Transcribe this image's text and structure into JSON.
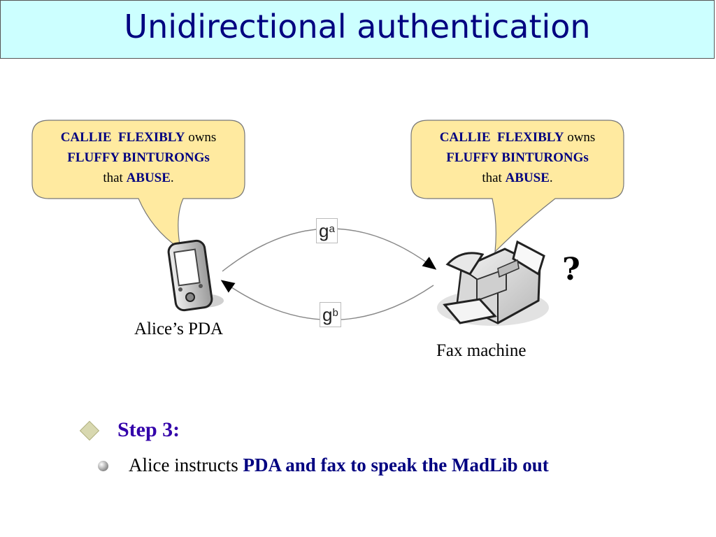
{
  "title": "Unidirectional authentication",
  "bubble_left": {
    "word1": "CALLIE",
    "word2": "FLEXIBLY",
    "word3": "owns",
    "word4": "FLUFFY BINTURONGs",
    "word5": "that",
    "word6": "ABUSE",
    "end": "."
  },
  "bubble_right": {
    "word1": "CALLIE",
    "word2": "FLEXIBLY",
    "word3": "owns",
    "word4": "FLUFFY BINTURONGs",
    "word5": "that",
    "word6": "ABUSE",
    "end": "."
  },
  "pda_label": "Alice’s PDA",
  "fax_label": "Fax machine",
  "msg_top": {
    "base": "g",
    "exp": "a"
  },
  "msg_bottom": {
    "base": "g",
    "exp": "b"
  },
  "question_mark": "?",
  "step_label": "Step 3:",
  "sub_bullet": {
    "plain": "Alice instructs ",
    "bold": "PDA and fax to speak the MadLib out"
  },
  "colors": {
    "title_bg": "#ccffff",
    "title_fg": "#000080",
    "bubble_fill": "#ffeaa0",
    "step": "#3300aa"
  },
  "icons": [
    "pda-icon",
    "fax-machine-icon",
    "diamond-bullet-icon",
    "round-bullet-icon"
  ]
}
